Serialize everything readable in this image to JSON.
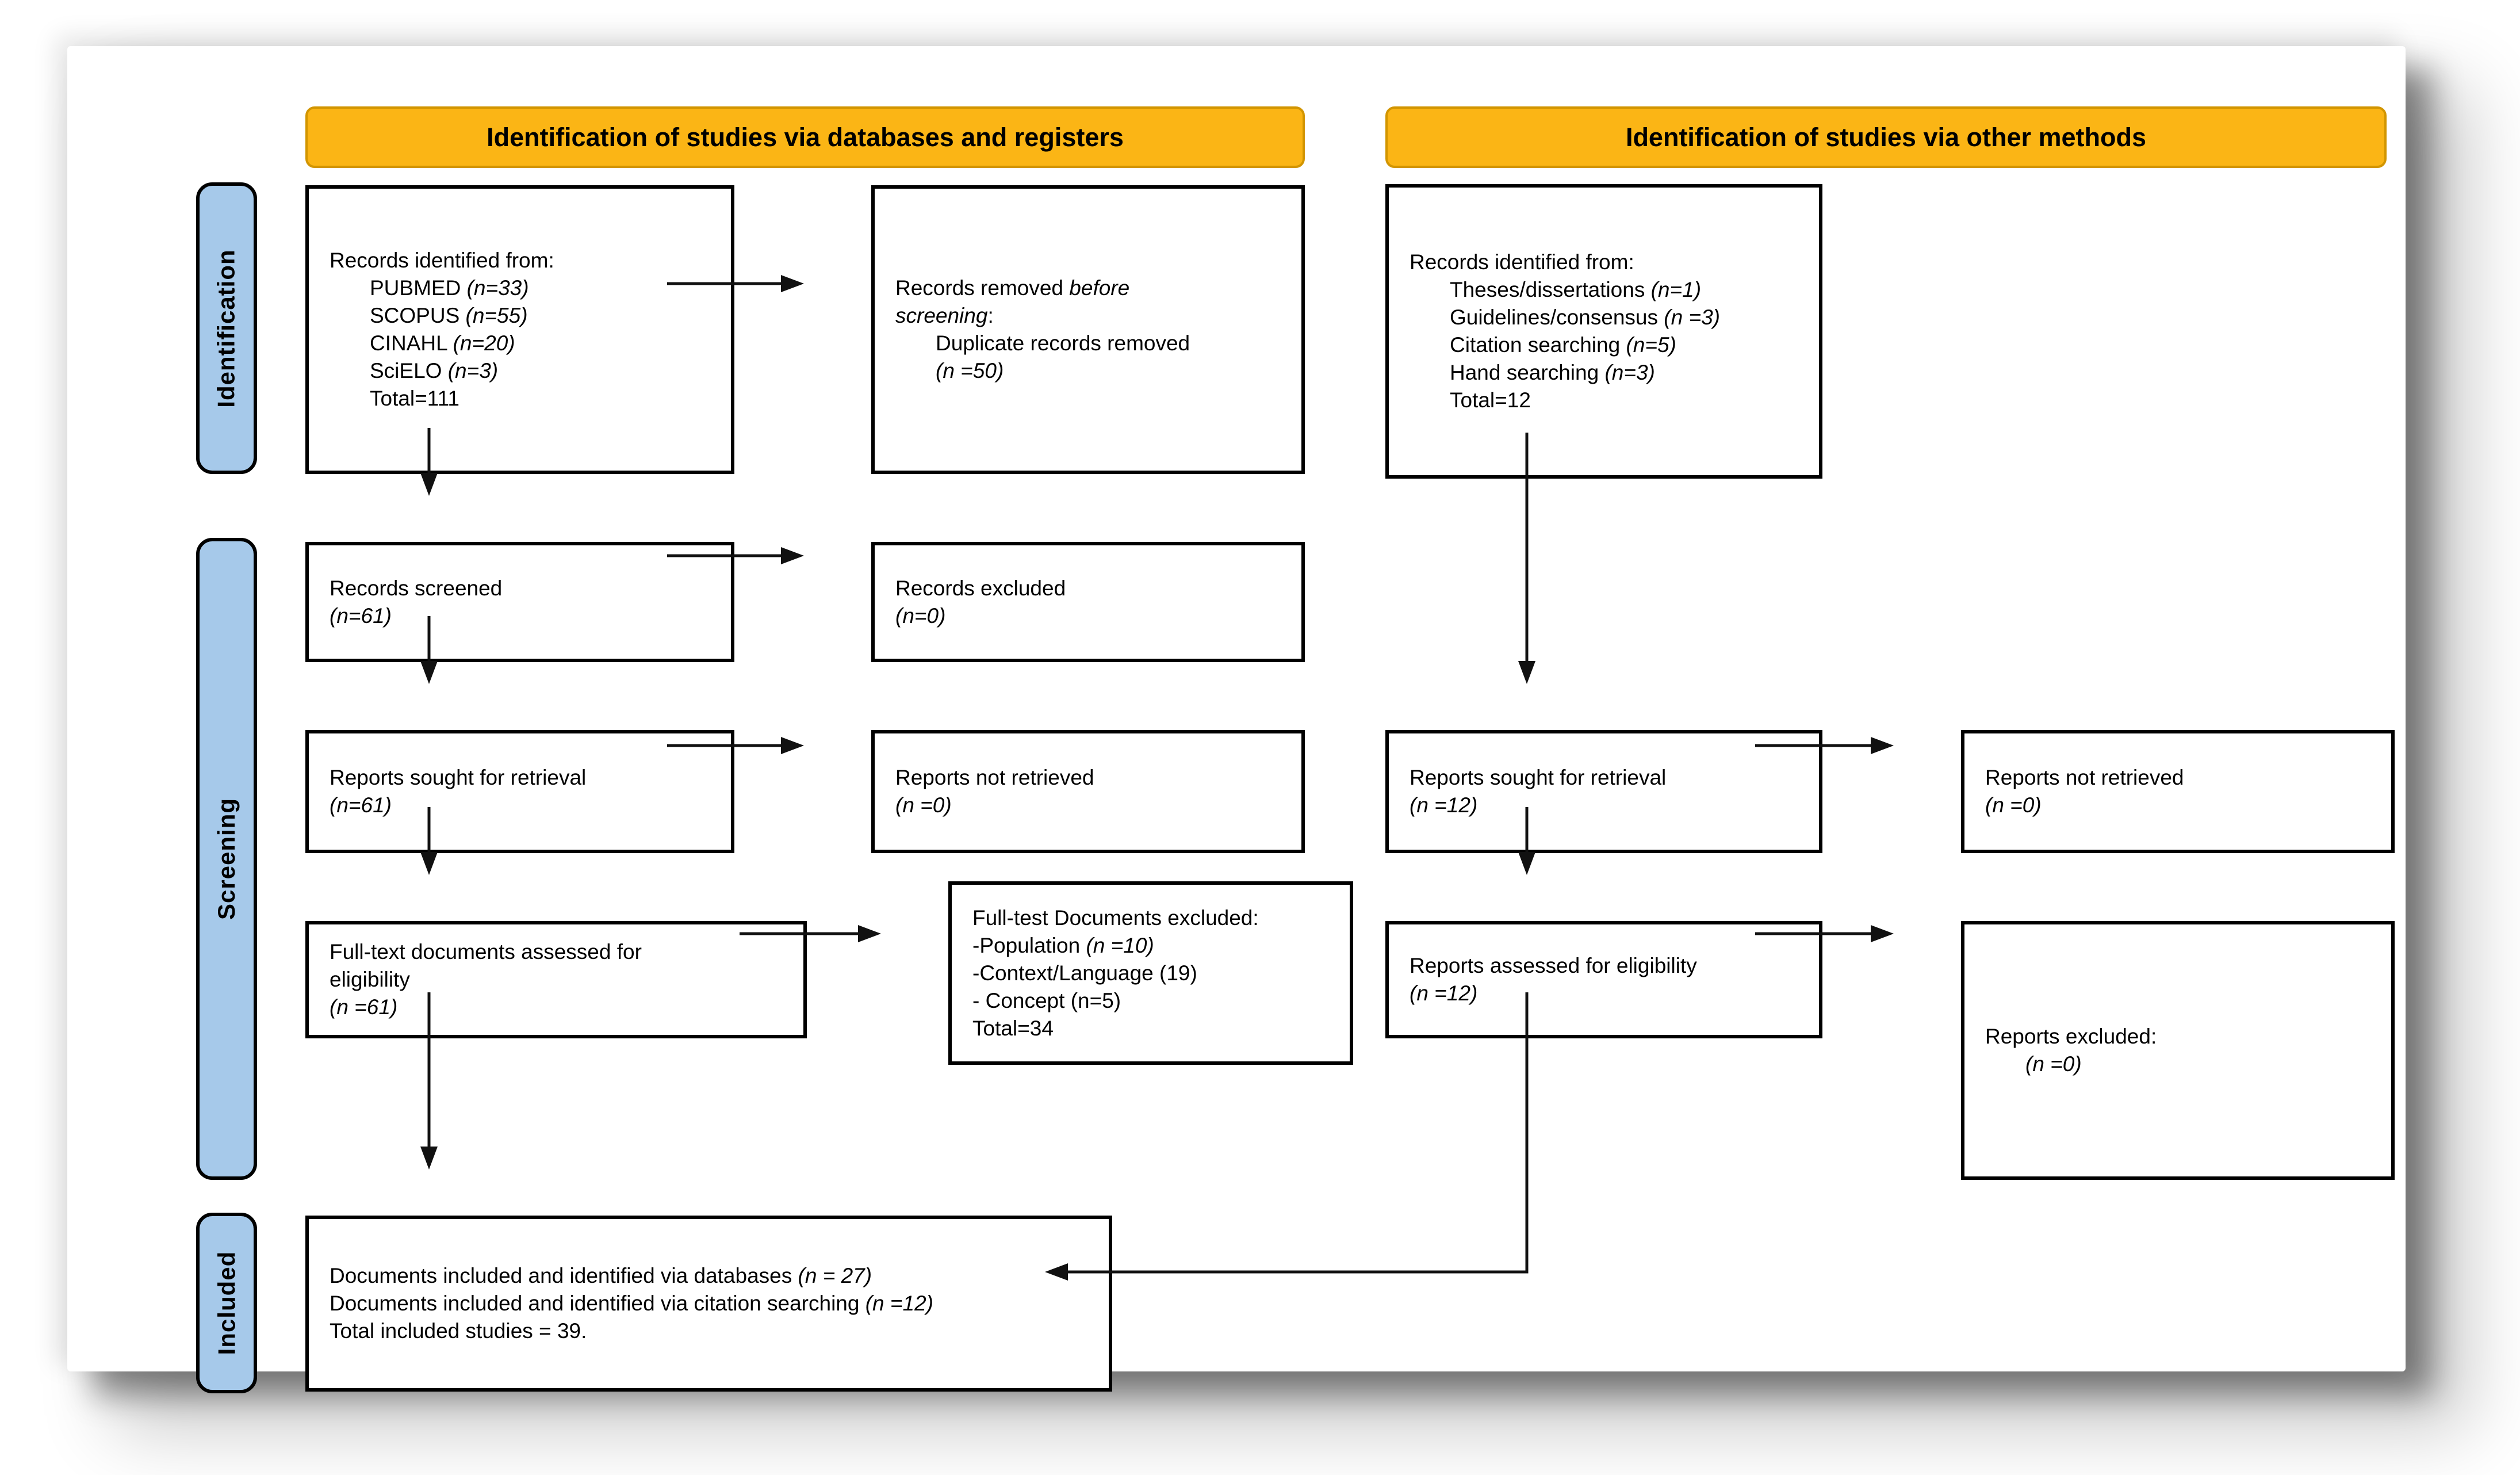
{
  "banners": {
    "left": "Identification of studies via databases and registers",
    "right": "Identification of studies via other methods"
  },
  "side_labels": {
    "identification": "Identification",
    "screening": "Screening",
    "included": "Included"
  },
  "colors": {
    "banner_fill": "#FBB515",
    "banner_border": "#D29500",
    "label_fill": "#A6C9EA",
    "box_border": "#000000",
    "arrow": "#111111"
  },
  "boxes": {
    "db_identified": {
      "lines": [
        {
          "pre": "Records identified from:"
        },
        {
          "ind": 1,
          "pre": "PUBMED ",
          "it": "(n=33)"
        },
        {
          "ind": 1,
          "pre": "SCOPUS ",
          "it": "(n=55)"
        },
        {
          "ind": 1,
          "pre": "CINAHL ",
          "it": "(n=20)"
        },
        {
          "ind": 1,
          "pre": "SciELO ",
          "it": "(n=3)"
        },
        {
          "ind": 1,
          "pre": "Total=111"
        }
      ]
    },
    "removed_before_screening": {
      "lines": [
        {
          "pre": "Records removed ",
          "it": "before"
        },
        {
          "it": "screening",
          "post": ":"
        },
        {
          "ind": 1,
          "pre": "Duplicate records removed"
        },
        {
          "ind": 1,
          "it": "(n =50)"
        }
      ]
    },
    "other_identified": {
      "lines": [
        {
          "pre": "Records identified from:"
        },
        {
          "ind": 1,
          "pre": "Theses/dissertations ",
          "it": "(n=1)"
        },
        {
          "ind": 1,
          "pre": "Guidelines/consensus ",
          "it": "(n =3)"
        },
        {
          "ind": 1,
          "pre": "Citation searching ",
          "it": "(n=5)"
        },
        {
          "ind": 1,
          "pre": "Hand searching ",
          "it": "(n=3)"
        },
        {
          "ind": 1,
          "pre": "Total=12"
        }
      ]
    },
    "records_screened": {
      "lines": [
        {
          "pre": "Records screened"
        },
        {
          "it": "(n=61)"
        }
      ]
    },
    "records_excluded": {
      "lines": [
        {
          "pre": "Records excluded"
        },
        {
          "it": "(n=0)"
        }
      ]
    },
    "reports_sought_db": {
      "lines": [
        {
          "pre": "Reports sought for retrieval"
        },
        {
          "it": "(n=61)"
        }
      ]
    },
    "reports_not_retrieved_db": {
      "lines": [
        {
          "pre": "Reports not retrieved"
        },
        {
          "it": "(n =0)"
        }
      ]
    },
    "reports_sought_other": {
      "lines": [
        {
          "pre": "Reports sought for retrieval"
        },
        {
          "it": "(n =12)"
        }
      ]
    },
    "reports_not_retrieved_other": {
      "lines": [
        {
          "pre": "Reports not retrieved"
        },
        {
          "it": "(n =0)"
        }
      ]
    },
    "fulltext_assessed": {
      "lines": [
        {
          "pre": "Full-text documents assessed for"
        },
        {
          "pre": "eligibility"
        },
        {
          "it": "(n =61)"
        }
      ]
    },
    "fulltext_excluded": {
      "lines": [
        {
          "pre": "Full-test Documents excluded:"
        },
        {
          "pre": "-Population ",
          "it": "(n =10)"
        },
        {
          "pre": "-Context/Language (19)"
        },
        {
          "pre": "- Concept (n=5)"
        },
        {
          "pre": "Total=34"
        }
      ]
    },
    "reports_assessed": {
      "lines": [
        {
          "pre": "Reports assessed for eligibility"
        },
        {
          "it": "(n =12)"
        }
      ]
    },
    "reports_excluded_other": {
      "lines": [
        {
          "pre": "Reports excluded:"
        },
        {
          "ind": 1,
          "it": "(n =0)"
        }
      ]
    },
    "included_documents": {
      "lines": [
        {
          "pre": "Documents included and identified via databases ",
          "it": "(n = 27)"
        },
        {
          "pre": "Documents included and identified via citation searching ",
          "it": "(n =12)"
        },
        {
          "pre": "Total included studies = 39."
        }
      ]
    }
  }
}
